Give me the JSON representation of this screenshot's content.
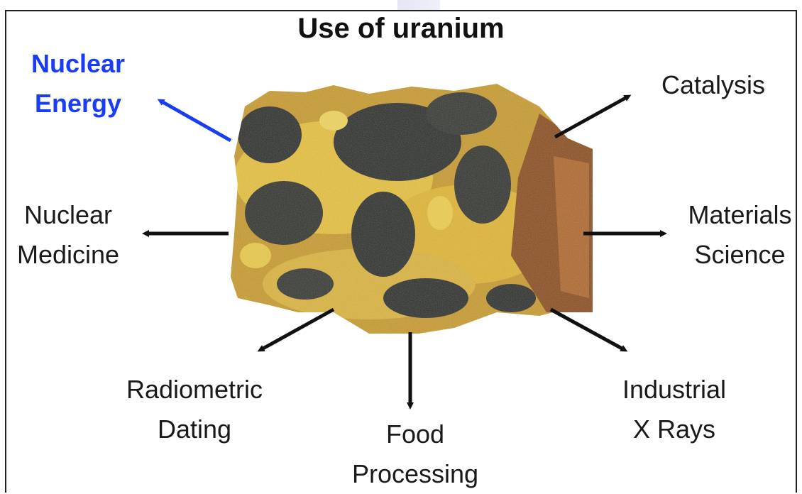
{
  "title": "Use of uranium",
  "labels": {
    "nuclear_energy": [
      "Nuclear",
      "Energy"
    ],
    "catalysis": [
      "Catalysis"
    ],
    "nuclear_medicine": [
      "Nuclear",
      "Medicine"
    ],
    "materials_science": [
      "Materials",
      "Science"
    ],
    "radiometric_dating": [
      "Radiometric",
      "Dating"
    ],
    "food_processing": [
      "Food",
      "Processing"
    ],
    "industrial_xrays": [
      "Industrial",
      "X Rays"
    ]
  },
  "colors": {
    "highlight": "#1a3cf5",
    "arrow": "#111111",
    "ore_base": "#c99a2a",
    "ore_yellow": "#e8c13a",
    "ore_dark": "#2b2d2a",
    "ore_rust": "#8a4b1c"
  }
}
